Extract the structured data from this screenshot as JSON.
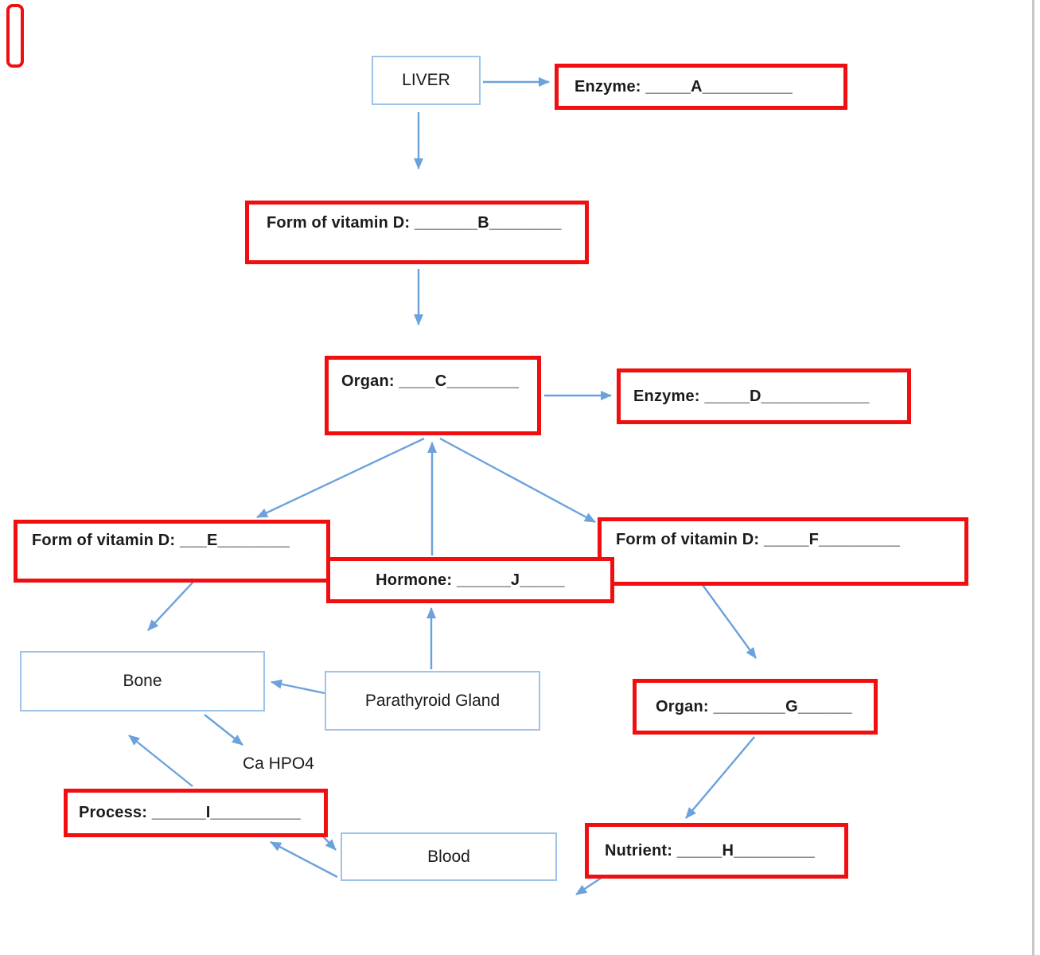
{
  "diagram": {
    "nodes": {
      "liver": {
        "label": "LIVER",
        "style": "blue"
      },
      "enzyme_a": {
        "label": "Enzyme:  _____A__________",
        "style": "red"
      },
      "form_b": {
        "label": "Form of vitamin D: _______B________",
        "style": "red"
      },
      "organ_c": {
        "label": "Organ: ____C________",
        "style": "red"
      },
      "enzyme_d": {
        "label": "Enzyme:  _____D____________",
        "style": "red"
      },
      "form_e": {
        "label": "Form of vitamin D: ___E________",
        "style": "red"
      },
      "form_f": {
        "label": "Form of vitamin D: _____F_________",
        "style": "red"
      },
      "hormone_j": {
        "label": "Hormone: ______J_____",
        "style": "red"
      },
      "bone": {
        "label": "Bone",
        "style": "blue"
      },
      "parathyroid": {
        "label": "Parathyroid Gland",
        "style": "blue"
      },
      "organ_g": {
        "label": "Organ: ________G______",
        "style": "red"
      },
      "process_i": {
        "label": "Process: ______I__________",
        "style": "red"
      },
      "nutrient_h": {
        "label": "Nutrient: _____H_________",
        "style": "red"
      },
      "blood": {
        "label": "Blood",
        "style": "blue"
      }
    },
    "free_text": {
      "ca_hpo4": "Ca HPO4"
    },
    "connections": [
      {
        "from": "liver",
        "to": "enzyme_a"
      },
      {
        "from": "liver",
        "to": "form_b"
      },
      {
        "from": "form_b",
        "to": "organ_c"
      },
      {
        "from": "organ_c",
        "to": "enzyme_d"
      },
      {
        "from": "organ_c",
        "to": "form_e"
      },
      {
        "from": "organ_c",
        "to": "form_f"
      },
      {
        "from": "hormone_j",
        "to": "organ_c"
      },
      {
        "from": "form_e",
        "to": "bone"
      },
      {
        "from": "form_f",
        "to": "organ_g"
      },
      {
        "from": "organ_g",
        "to": "nutrient_h"
      },
      {
        "from": "nutrient_h",
        "to": "blood"
      },
      {
        "from": "parathyroid",
        "to": "hormone_j"
      },
      {
        "from": "parathyroid",
        "to": "bone"
      },
      {
        "from": "process_i",
        "to": "bone"
      },
      {
        "from": "bone",
        "to": "ca_hpo4"
      },
      {
        "from": "process_i",
        "to": "blood"
      },
      {
        "from": "blood",
        "to": "process_i"
      }
    ]
  },
  "colors": {
    "red_box_border": "#f10e10",
    "blue_box_border": "#9dc3e6",
    "arrow": "#6ba2dc",
    "text": "#1b1b1b",
    "page_edge_line": "#c8c8c8"
  }
}
